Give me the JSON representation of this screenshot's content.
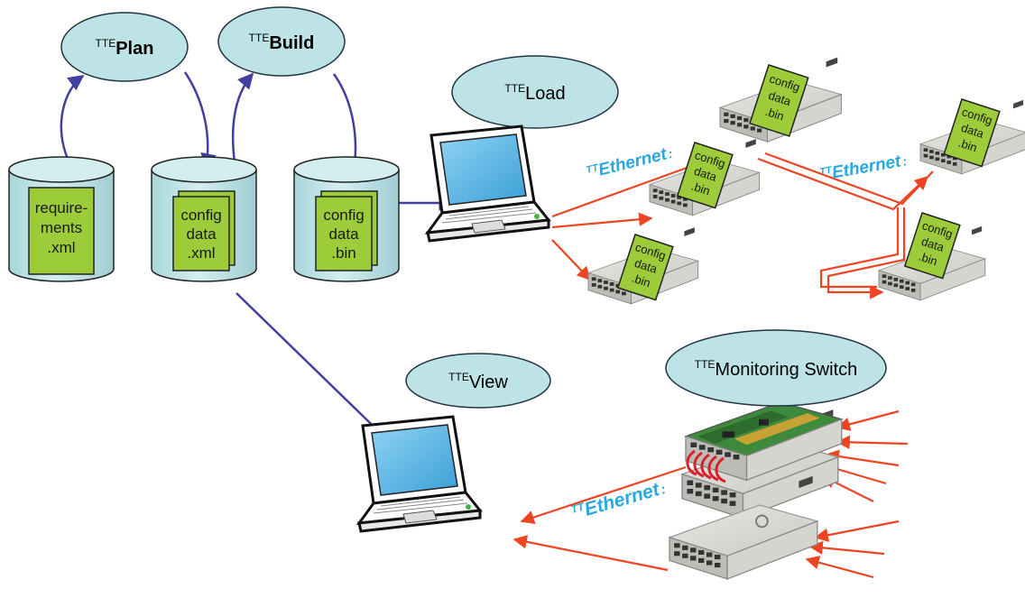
{
  "colors": {
    "bubble_fill": "#bde3e6",
    "bubble_stroke": "#223344",
    "cylinder_fill": "#c8e5e8",
    "document_fill": "#9ccc3a",
    "flow_arrow": "#4040a0",
    "ethernet_link": "#ee4422",
    "ethernet_label": "#2aa8e0",
    "device_body": "#dcdcd8",
    "laptop_screen": "#5ab8e6"
  },
  "tools": {
    "plan": {
      "prefix": "TTE",
      "name": "Plan"
    },
    "build": {
      "prefix": "TTE",
      "name": "Build"
    },
    "load": {
      "prefix": "TTE",
      "name": "Load"
    },
    "view": {
      "prefix": "TTE",
      "name": "View"
    },
    "monitoring": {
      "prefix": "TTE",
      "name": "Monitoring Switch"
    }
  },
  "storage": {
    "requirements": [
      "require-",
      "ments",
      ".xml"
    ],
    "config_xml": [
      "config",
      "data",
      ".xml"
    ],
    "config_bin": [
      "config",
      "data",
      ".bin"
    ]
  },
  "switch_doc": [
    "config",
    "data",
    ".bin"
  ],
  "ethernet_label": {
    "prefix": "TT",
    "name": "Ethernet"
  },
  "icons": {
    "laptop": "laptop-icon",
    "switch": "ethernet-switch-icon",
    "database": "database-cylinder-icon",
    "document": "document-icon"
  }
}
